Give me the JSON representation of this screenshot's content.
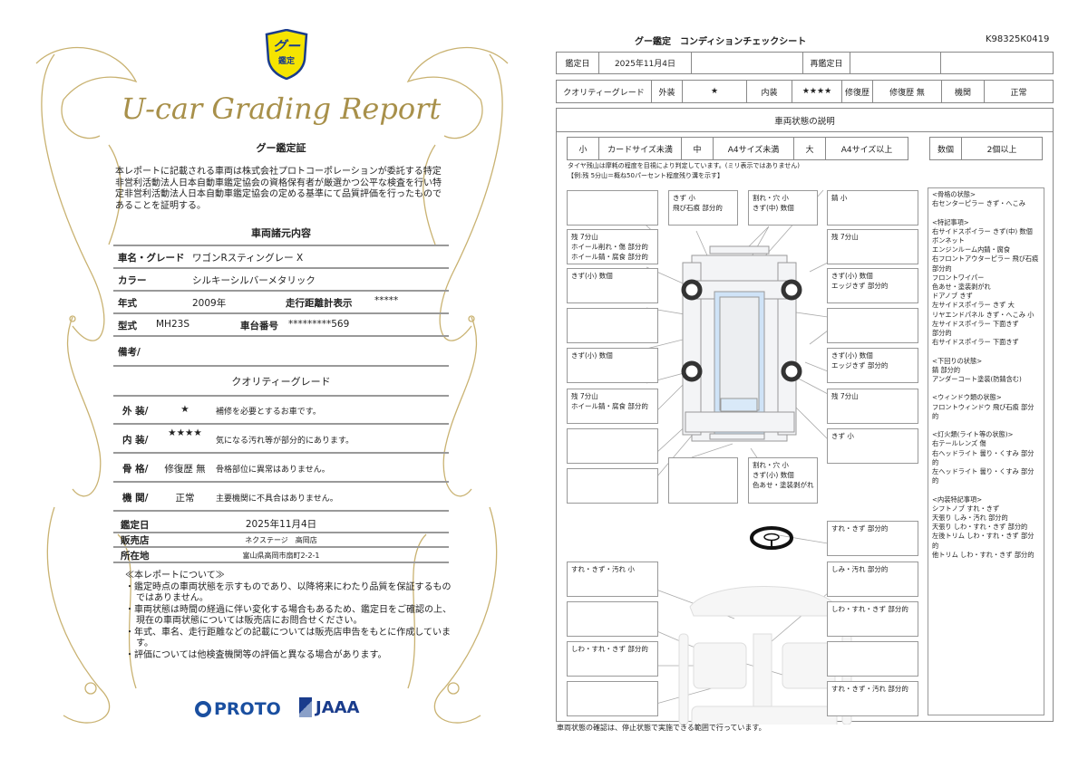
{
  "certificate": {
    "logo_text": "グー鑑定",
    "script_title": "U-car Grading Report",
    "heading": "グー鑑定証",
    "paragraph": "本レポートに記載される車両は株式会社プロトコーポレーションが委託する特定非営利活動法人日本自動車鑑定協会の資格保有者が厳選かつ公平な検査を行い特定非営利活動法人日本自動車鑑定協会の定める基準にて品質評価を行ったものであることを証明する。",
    "specs_heading": "車両諸元内容",
    "specs": {
      "name_label": "車名・グレード",
      "name_value": "ワゴンRスティングレー X",
      "color_label": "カラー",
      "color_value": "シルキーシルバーメタリック",
      "year_label": "年式",
      "year_value": "2009年",
      "odometer_label": "走行距離計表示",
      "odometer_value": "*****",
      "model_label": "型式",
      "model_value": "MH23S",
      "chassis_label": "車台番号",
      "chassis_value": "*********569",
      "remarks_label": "備考/"
    },
    "grade_heading": "クオリティーグレード",
    "grades": [
      {
        "label": "外 装/",
        "value": "★",
        "desc": "補修を必要とするお車です。"
      },
      {
        "label": "内 装/",
        "value": "★★★★",
        "desc": "気になる汚れ等が部分的にあります。"
      },
      {
        "label": "骨 格/",
        "value": "修復歴 無",
        "desc": "骨格部位に異常はありません。"
      },
      {
        "label": "機 関/",
        "value": "正常",
        "desc": "主要機関に不具合はありません。"
      }
    ],
    "date_label": "鑑定日",
    "date_value": "2025年11月4日",
    "shop_label": "販売店",
    "shop_value": "ネクステージ　高岡店",
    "address_label": "所在地",
    "address_value": "富山県高岡市扇町2-2-1",
    "notes_title": "≪本レポートについて≫",
    "notes": [
      "・鑑定時点の車両状態を示すものであり、以降将来にわたり品質を保証するものではありません。",
      "・車両状態は時間の経過に伴い変化する場合もあるため、鑑定日をご確認の上、現在の車両状態については販売店にお問合せください。",
      "・年式、車名、走行距離などの記載については販売店申告をもとに作成しています。",
      "・評価については他検査機関等の評価と異なる場合があります。"
    ],
    "logo_proto": "PROTO",
    "logo_jaaa": "JAAA",
    "colors": {
      "gold": "#b49a4a",
      "logo_yellow": "#f5e400",
      "logo_blue": "#1a3c8c",
      "proto_blue": "#1a4fa0"
    }
  },
  "sheet": {
    "title": "グー鑑定　コンディションチェックシート",
    "id": "K98325K0419",
    "date_label": "鑑定日",
    "date_value": "2025年11月4日",
    "redate_label": "再鑑定日",
    "grade_label": "クオリティーグレード",
    "exterior_label": "外装",
    "exterior_value": "★",
    "interior_label": "内装",
    "interior_value": "★★★★",
    "repair_label": "修復歴",
    "repair_value": "修復歴 無",
    "engine_label": "機関",
    "engine_value": "正常",
    "section_title": "車両状態の説明",
    "legend": {
      "small": "小",
      "small_desc": "カードサイズ未満",
      "medium": "中",
      "medium_desc": "A4サイズ未満",
      "large": "大",
      "large_desc": "A4サイズ以上",
      "several": "数個",
      "several_desc": "2個以上"
    },
    "tire_note1": "タイヤ残山は摩耗の程度を目視により判定しています。(ミリ表示ではありません)",
    "tire_note2": "【例:残 5分山＝概ね50パーセント程度残り溝を示す】",
    "exterior_left": [
      [],
      [
        "残 7分山",
        "ホイール削れ・傷 部分的",
        "ホイール錆・腐食 部分的"
      ],
      [
        "きず(小) 数個"
      ],
      [],
      [
        "きず(小) 数個"
      ],
      [
        "残 7分山",
        "ホイール錆・腐食 部分的"
      ],
      [],
      []
    ],
    "exterior_right": [
      [
        "錆 小"
      ],
      [
        "残 7分山"
      ],
      [
        "きず(小) 数個",
        "エッジきず 部分的"
      ],
      [],
      [
        "きず(小) 数個",
        "エッジきず 部分的"
      ],
      [
        "残 7分山"
      ],
      [
        "きず 小"
      ]
    ],
    "exterior_top": [
      [
        "きず 小",
        "飛び石痕 部分的"
      ],
      [
        "割れ・穴 小",
        "きず(中) 数個"
      ]
    ],
    "exterior_bottom": [
      [],
      [
        "割れ・穴 小",
        "きず(小) 数個",
        "色あせ・塗装剥がれ"
      ]
    ],
    "interior_right": [
      [
        "すれ・きず 部分的"
      ],
      [
        "しみ・汚れ 部分的"
      ],
      [
        "しわ・すれ・きず 部分的"
      ],
      [],
      [
        "すれ・きず・汚れ 部分的"
      ]
    ],
    "interior_left": [
      [
        "すれ・きず・汚れ 小"
      ],
      [],
      [
        "しわ・すれ・きず 部分的"
      ],
      []
    ],
    "notes": [
      "<骨格の状態>",
      "右センターピラー きず・へこみ",
      "",
      "<特記事項>",
      "右サイドスポイラー きず(中) 数個",
      "ボンネット",
      "エンジンルーム内錆・腐食",
      "右フロントアウターピラー 飛び石痕",
      "部分的",
      "フロントワイパー",
      "色あせ・塗装剥がれ",
      "ドアノブ きず",
      "左サイドスポイラー きず 大",
      "リヤエンドパネル きず・へこみ 小",
      "左サイドスポイラー 下面きず",
      "部分的",
      "右サイドスポイラー 下面きず",
      "",
      "<下回りの状態>",
      "錆 部分的",
      "アンダーコート塗装(防錆含む)",
      "",
      "<ウィンドウ類の状態>",
      "フロントウィンドウ 飛び石痕 部分的",
      "",
      "<灯火類(ライト等の状態)>",
      "右テールレンズ 傷",
      "右ヘッドライト 曇り・くすみ 部分的",
      "左ヘッドライト 曇り・くすみ 部分的",
      "",
      "<内装特記事項>",
      "シフトノブ すれ・きず",
      "天張り しみ・汚れ 部分的",
      "天張り しわ・すれ・きず 部分的",
      "左後トリム しわ・すれ・きず 部分的",
      "他トリム しわ・すれ・きず 部分的"
    ],
    "footer": "車両状態の確認は、停止状態で実施できる範囲で行っています。"
  }
}
